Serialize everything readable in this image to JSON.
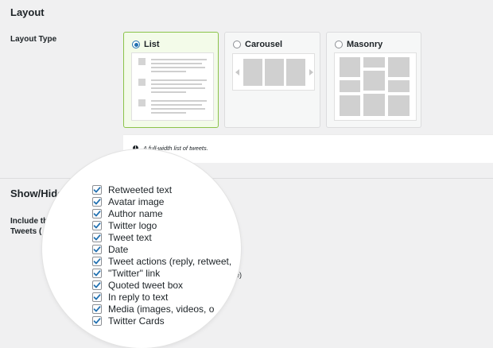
{
  "layout_section": {
    "title": "Layout",
    "field_label": "Layout Type",
    "options": [
      {
        "label": "List",
        "selected": true
      },
      {
        "label": "Carousel",
        "selected": false
      },
      {
        "label": "Masonry",
        "selected": false
      }
    ],
    "description": "A full-width list of tweets."
  },
  "showhide_section": {
    "title": "Show/Hide",
    "field_label_line1": "Include th",
    "field_label_line2": "Tweets (",
    "partial_text_right": "e)",
    "checkboxes": [
      {
        "label": "Retweeted text",
        "checked": true
      },
      {
        "label": "Avatar image",
        "checked": true
      },
      {
        "label": "Author name",
        "checked": true
      },
      {
        "label": "Twitter logo",
        "checked": true
      },
      {
        "label": "Tweet text",
        "checked": true
      },
      {
        "label": "Date",
        "checked": true
      },
      {
        "label": "Tweet actions (reply, retweet,",
        "checked": true
      },
      {
        "label": "\"Twitter\" link",
        "checked": true
      },
      {
        "label": "Quoted tweet box",
        "checked": true
      },
      {
        "label": "In reply to text",
        "checked": true
      },
      {
        "label": "Media (images, videos, o",
        "checked": true
      },
      {
        "label": "Twitter Cards",
        "checked": true
      }
    ]
  },
  "colors": {
    "accent": "#2271b1",
    "selected_border": "#8bc34a"
  },
  "icons": {
    "info": "info-icon",
    "check": "checkmark-icon",
    "arrow_left": "arrow-left-icon",
    "arrow_right": "arrow-right-icon"
  }
}
